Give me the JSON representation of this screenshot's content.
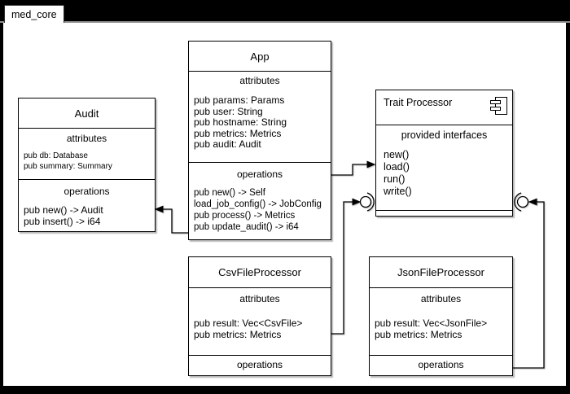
{
  "window": {
    "tab_label": "med_core"
  },
  "colors": {
    "frame": "#000000",
    "canvas": "#ffffff",
    "line": "#000000",
    "topbar_divider": "#8f8f8f"
  },
  "boxes": {
    "audit": {
      "title": "Audit",
      "attributes_header": "attributes",
      "attributes": [
        "pub db: Database",
        "pub summary: Summary"
      ],
      "operations_header": "operations",
      "operations": [
        "pub new() -> Audit",
        "pub insert() -> i64"
      ]
    },
    "app": {
      "title": "App",
      "attributes_header": "attributes",
      "attributes": [
        "pub params: Params",
        "pub user: String",
        "pub hostname: String",
        "pub metrics: Metrics",
        "pub audit: Audit"
      ],
      "operations_header": "operations",
      "operations": [
        "pub new() -> Self",
        "load_job_config() -> JobConfig",
        "pub process() -> Metrics",
        "pub update_audit() -> i64"
      ]
    },
    "trait_processor": {
      "title": "Trait Processor",
      "interfaces_header": "provided interfaces",
      "interfaces": [
        "new()",
        "load()",
        "run()",
        "write()"
      ]
    },
    "csv": {
      "title": "CsvFileProcessor",
      "attributes_header": "attributes",
      "attributes": [
        "pub result: Vec<CsvFile>",
        "pub metrics: Metrics"
      ],
      "operations_header": "operations"
    },
    "json": {
      "title": "JsonFileProcessor",
      "attributes_header": "attributes",
      "attributes": [
        "pub result: Vec<JsonFile>",
        "pub metrics: Metrics"
      ],
      "operations_header": "operations"
    }
  }
}
